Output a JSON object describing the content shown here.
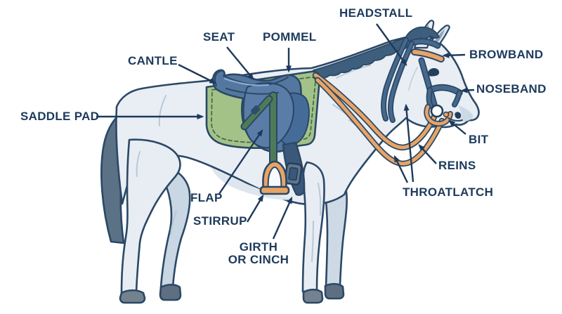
{
  "diagram": {
    "subject": "horse-tack-parts",
    "labels": {
      "headstall": "HEADSTALL",
      "seat": "SEAT",
      "pommel": "POMMEL",
      "cantle": "CANTLE",
      "browband": "BROWBAND",
      "noseband": "NOSEBAND",
      "saddle_pad": "SADDLE PAD",
      "bit": "BIT",
      "reins": "REINS",
      "throatlatch": "THROATLATCH",
      "flap": "FLAP",
      "stirrup": "STIRRUP",
      "girth_line1": "GIRTH",
      "girth_line2": "OR CINCH"
    },
    "colors": {
      "label_text": "#1d3a5c",
      "outline": "#2b4866",
      "horse_body": "#e9eef4",
      "horse_shade": "#c9d6e3",
      "tail": "#5b7186",
      "mane": "#3e5e7d",
      "saddle_blue": "#54779f",
      "saddle_pad_green": "#a3c287",
      "stirrup_leather_green": "#4e7b57",
      "tack_orange": "#e8a465",
      "girth_navy": "#3a587a"
    }
  }
}
